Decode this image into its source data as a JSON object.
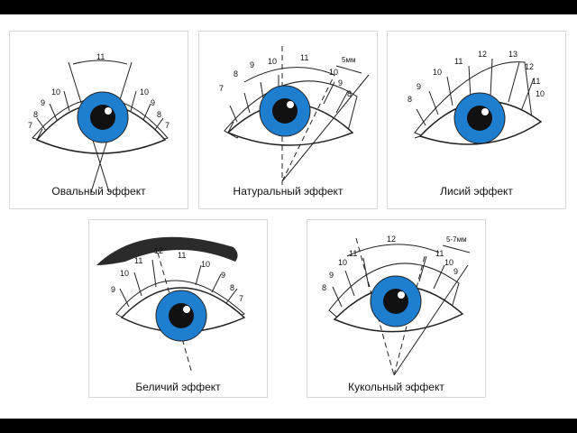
{
  "panels": {
    "oval": {
      "caption": "Овальный эффект",
      "lengths_left": [
        "7",
        "8",
        "9",
        "10"
      ],
      "top_length": "11",
      "lengths_right": [
        "10",
        "9",
        "8",
        "7"
      ]
    },
    "natural": {
      "caption": "Натуральный эффект",
      "lengths": [
        "7",
        "8",
        "9",
        "10",
        "11",
        "10",
        "9",
        "8"
      ],
      "offset_label": "5мм"
    },
    "fox": {
      "caption": "Лисий эффект",
      "lengths": [
        "8",
        "9",
        "10",
        "11",
        "12",
        "13",
        "12",
        "11",
        "10"
      ]
    },
    "squirrel": {
      "caption": "Беличий эффект",
      "lengths": [
        "9",
        "10",
        "11",
        "12",
        "11",
        "10",
        "9",
        "8",
        "7"
      ]
    },
    "doll": {
      "caption": "Кукольный эффект",
      "lengths": [
        "8",
        "9",
        "10",
        "11",
        "12",
        "11",
        "10",
        "9"
      ],
      "offset_label": "5-7мм"
    }
  },
  "colors": {
    "iris": "#1e7ed0",
    "pupil": "#111111",
    "outline": "#222222",
    "brow": "#2b2b2b"
  }
}
